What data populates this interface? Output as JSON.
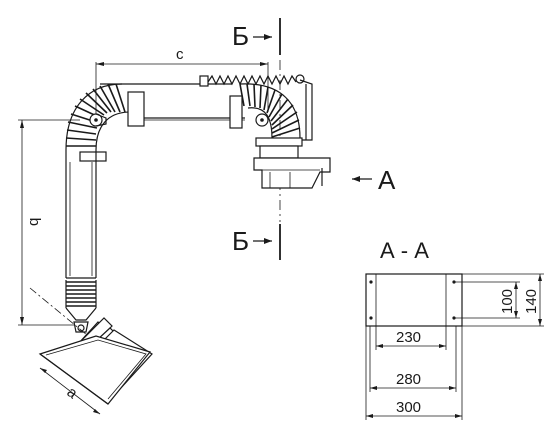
{
  "labels": {
    "section_mark_top": "Б",
    "section_mark_bottom": "Б",
    "view_a_arrow": "А",
    "view_title": "А - А",
    "dim_c": "c",
    "dim_q": "q",
    "dim_a": "a",
    "dim_230": "230",
    "dim_280": "280",
    "dim_300": "300",
    "dim_100": "100",
    "dim_140": "140"
  },
  "colors": {
    "line": "#1a1a1a",
    "background": "#ffffff",
    "shade": "#d9d9d9"
  }
}
